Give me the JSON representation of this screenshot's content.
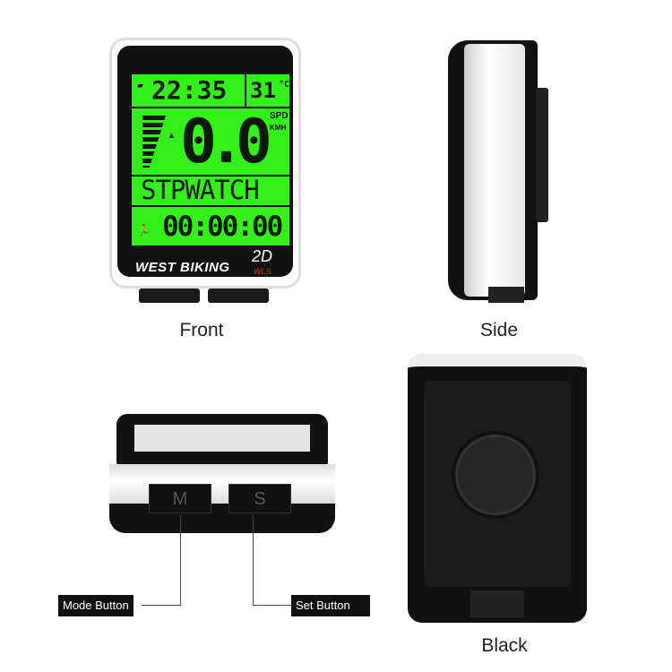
{
  "front": {
    "caption": "Front",
    "lcd": {
      "clock": "22:35",
      "temp": "31",
      "temp_unit": "°C",
      "speed": "0.0",
      "spd_label": "SPD",
      "unit_label": "KMH",
      "mode_text": "STPWATCH",
      "timer": "00:00:00"
    },
    "brand": "WEST BIKING",
    "model": "2D",
    "model_sub": "WLS"
  },
  "side": {
    "caption": "Side"
  },
  "bottom": {
    "mode_key": "M",
    "set_key": "S",
    "mode_label": "Mode Button",
    "set_label": "Set Button"
  },
  "back": {
    "caption": "Black"
  },
  "colors": {
    "lcd_green": "#33f01a",
    "body_black": "#111111"
  }
}
